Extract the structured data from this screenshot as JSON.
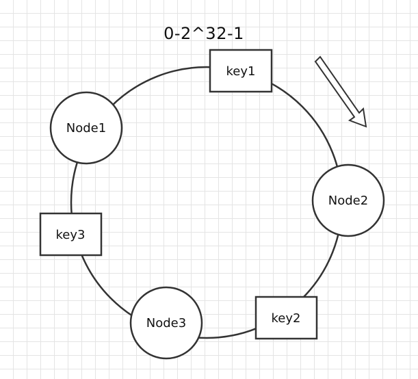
{
  "diagram": {
    "range_label": "0-2^32-1",
    "nodes": [
      {
        "id": "node1",
        "label": "Node1"
      },
      {
        "id": "node2",
        "label": "Node2"
      },
      {
        "id": "node3",
        "label": "Node3"
      }
    ],
    "keys": [
      {
        "id": "key1",
        "label": "key1"
      },
      {
        "id": "key2",
        "label": "key2"
      },
      {
        "id": "key3",
        "label": "key3"
      }
    ],
    "direction": "clockwise",
    "colors": {
      "stroke": "#333333",
      "fill": "#ffffff",
      "grid": "#e4e4e4"
    }
  }
}
